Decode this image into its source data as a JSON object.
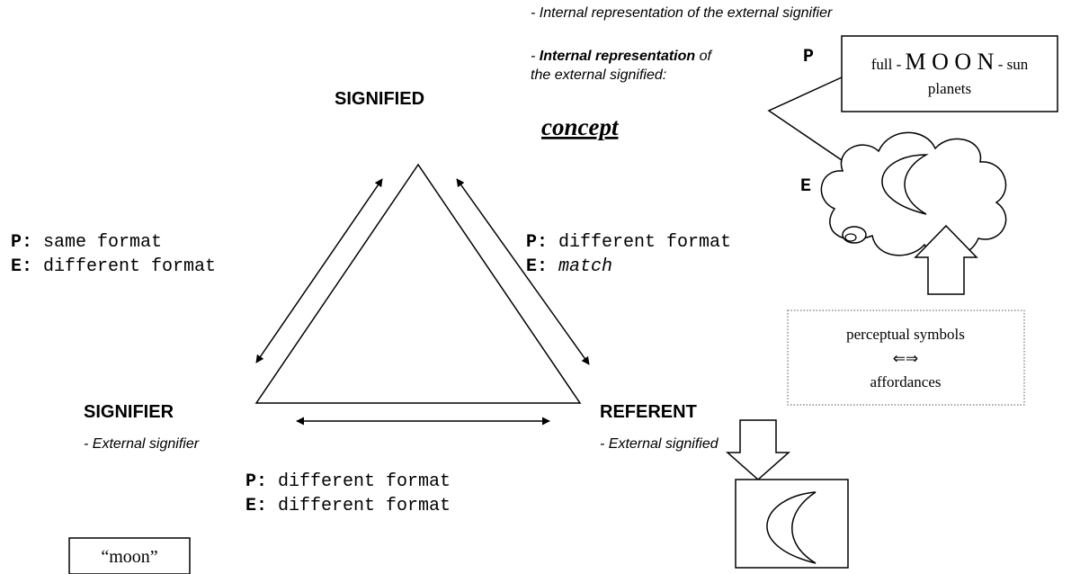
{
  "top_note": "- Internal representation of the external signifier",
  "concept_note": {
    "dash": "- ",
    "bold": "Internal representation",
    "of": " of",
    "line2": "the external signified:",
    "concept": "concept"
  },
  "nodes": {
    "signified": "SIGNIFIED",
    "signifier": "SIGNIFIER",
    "signifier_sub": "- External signifier",
    "referent": "REFERENT",
    "referent_sub": "- External signified"
  },
  "left_edge": {
    "p_key": "P:",
    "p_text": " same format",
    "e_key": "E:",
    "e_text": " different format"
  },
  "right_edge": {
    "p_key": "P:",
    "p_text": " different format",
    "e_key": "E:",
    "e_text": " match"
  },
  "bottom_edge": {
    "p_key": "P:",
    "p_text": " different format",
    "e_key": "E:",
    "e_text": " different format"
  },
  "word_box": "“moon”",
  "moon_box": {
    "line1_a": "full - ",
    "line1_b": "M O O N",
    "line1_c": " - sun",
    "line2": "planets"
  },
  "label_P": "P",
  "label_E": "E",
  "perceptual_box": {
    "line1": "perceptual symbols",
    "line2": "⇐⇒",
    "line3": "affordances"
  }
}
